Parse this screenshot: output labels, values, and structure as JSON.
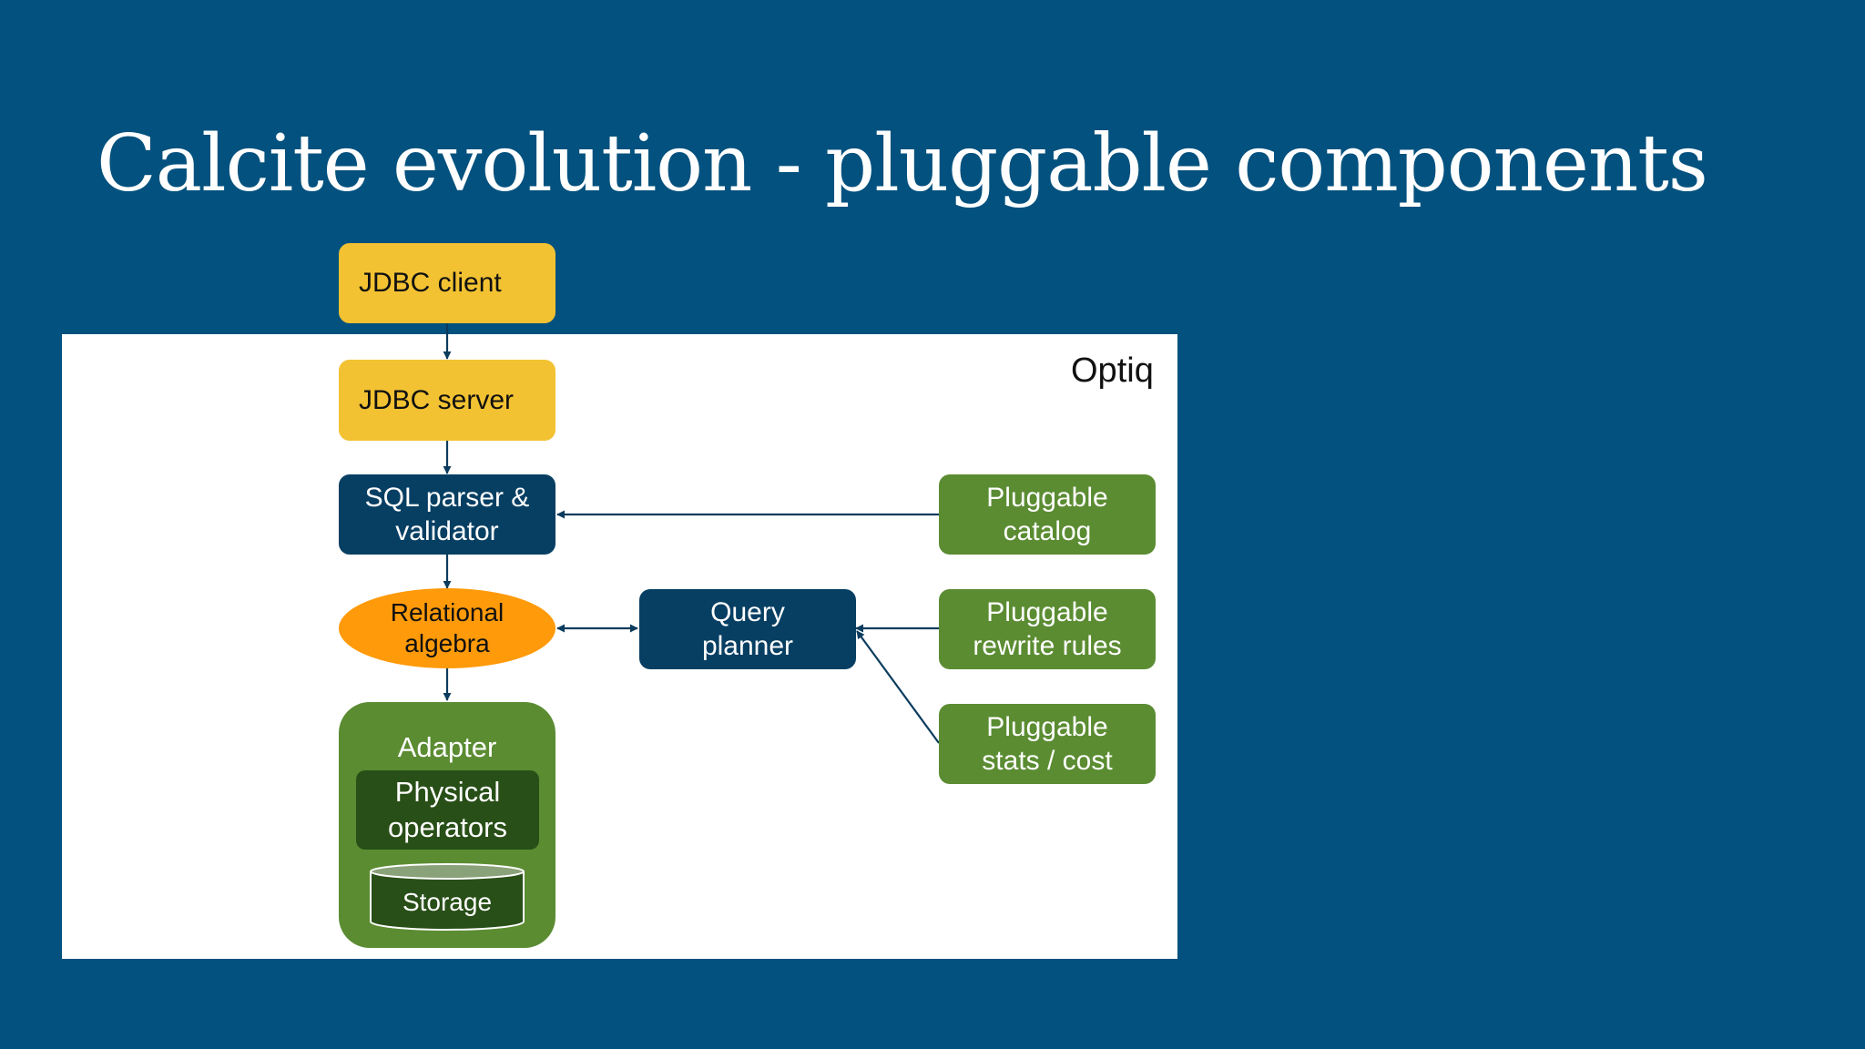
{
  "slide": {
    "title": "Calcite evolution - pluggable components",
    "panel_label": "Optiq"
  },
  "nodes": {
    "jdbc_client": "JDBC client",
    "jdbc_server": "JDBC server",
    "sql_parser": [
      "SQL parser &",
      "validator"
    ],
    "relational_algebra": [
      "Relational",
      "algebra"
    ],
    "query_planner": [
      "Query",
      "planner"
    ],
    "catalog": [
      "Pluggable",
      "catalog"
    ],
    "rewrite_rules": [
      "Pluggable",
      "rewrite rules"
    ],
    "stats_cost": [
      "Pluggable",
      "stats / cost"
    ],
    "adapter": "Adapter",
    "physical_operators": [
      "Physical",
      "operators"
    ],
    "storage": "Storage"
  },
  "colors": {
    "background": "#03517E",
    "yellow": "#F2C232",
    "navy": "#073F63",
    "green": "#5B8C32",
    "dark_green": "#284F17",
    "orange": "#FF9A0A",
    "arrow": "#0B3C5D"
  }
}
